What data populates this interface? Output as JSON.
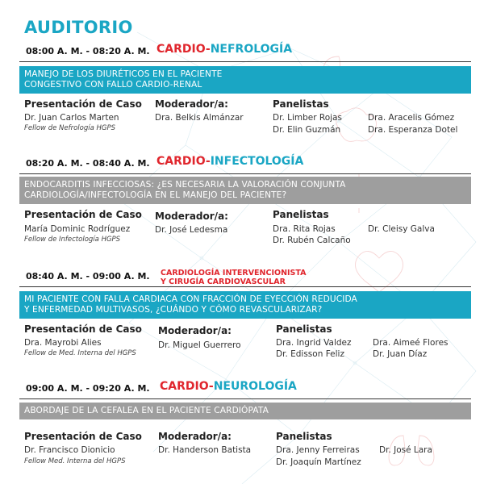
{
  "title": "AUDITORIO",
  "colors": {
    "accent": "#1aa6c4",
    "red": "#e0262d",
    "gray_banner": "#9e9e9e"
  },
  "sessions": [
    {
      "time": "08:00 A. M. - 08:20 A. M.",
      "spec_red": "CARDIO-",
      "spec_blue": "NEFROLOGÍA",
      "topic": [
        "MANEJO DE LOS DIURÉTICOS EN EL PACIENTE",
        "CONGESTIVO CON FALLO CARDIO-RENAL"
      ],
      "case_heading": "Presentación de Caso",
      "case_name": "Dr. Juan Carlos Marten",
      "case_role": "Fellow de Nefrología HGPS",
      "moderator_heading": "Moderador/a:",
      "moderator": "Dra. Belkis Almánzar",
      "panel_heading": "Panelistas",
      "panelists": [
        "Dr. Limber Rojas",
        "Dr. Elin Guzmán",
        "Dra. Aracelis Gómez",
        "Dra. Esperanza Dotel"
      ]
    },
    {
      "time": "08:20 A. M. - 08:40 A. M.",
      "spec_red": "CARDIO-",
      "spec_blue": "INFECTOLOGÍA",
      "topic": [
        "ENDOCARDITIS INFECCIOSAS: ¿ES NECESARIA LA VALORACIÓN CONJUNTA",
        "CARDIOLOGÍA/INFECTOLOGÍA EN EL MANEJO DEL PACIENTE?"
      ],
      "case_heading": "Presentación de Caso",
      "case_name": "María Dominic Rodríguez",
      "case_role": "Fellow de Infectología HGPS",
      "moderator_heading": "Moderador/a:",
      "moderator": "Dr. José Ledesma",
      "panel_heading": "Panelistas",
      "panelists": [
        "Dra. Rita Rojas",
        "Dr. Rubén Calcaño",
        "Dr. Cleisy Galva"
      ]
    },
    {
      "time": "08:40 A. M. - 09:00 A. M.",
      "spec_lines": [
        "CARDIOLOGÍA INTERVENCIONISTA",
        "Y CIRUGÍA CARDIOVASCULAR"
      ],
      "topic": [
        "MI PACIENTE CON FALLA CARDIACA CON FRACCIÓN DE EYECCIÓN REDUCIDA",
        "Y ENFERMEDAD MULTIVASOS, ¿CUÁNDO Y CÓMO REVASCULARIZAR?"
      ],
      "case_heading": "Presentación de Caso",
      "case_name": "Dra. Mayrobi Alies",
      "case_role": "Fellow de Med. Interna del HGPS",
      "moderator_heading": "Moderador/a:",
      "moderator": "Dr. Miguel Guerrero",
      "panel_heading": "Panelistas",
      "panelists": [
        "Dra. Ingrid Valdez",
        "Dr. Edisson Feliz",
        "Dra. Aimeé Flores",
        "Dr. Juan Díaz"
      ]
    },
    {
      "time": "09:00 A. M. - 09:20 A. M.",
      "spec_red": "CARDIO-",
      "spec_blue": "NEUROLOGÍA",
      "topic": [
        "ABORDAJE DE LA CEFALEA EN EL PACIENTE CARDIÓPATA"
      ],
      "case_heading": "Presentación de Caso",
      "case_name": "Dr. Francisco Dionicio",
      "case_role": "Fellow Med. Interna del HGPS",
      "moderator_heading": "Moderador/a:",
      "moderator": "Dr. Handerson Batista",
      "panel_heading": "Panelistas",
      "panelists": [
        "Dra. Jenny Ferreiras",
        "Dr. Joaquín Martínez",
        "Dr. José Lara"
      ]
    }
  ]
}
